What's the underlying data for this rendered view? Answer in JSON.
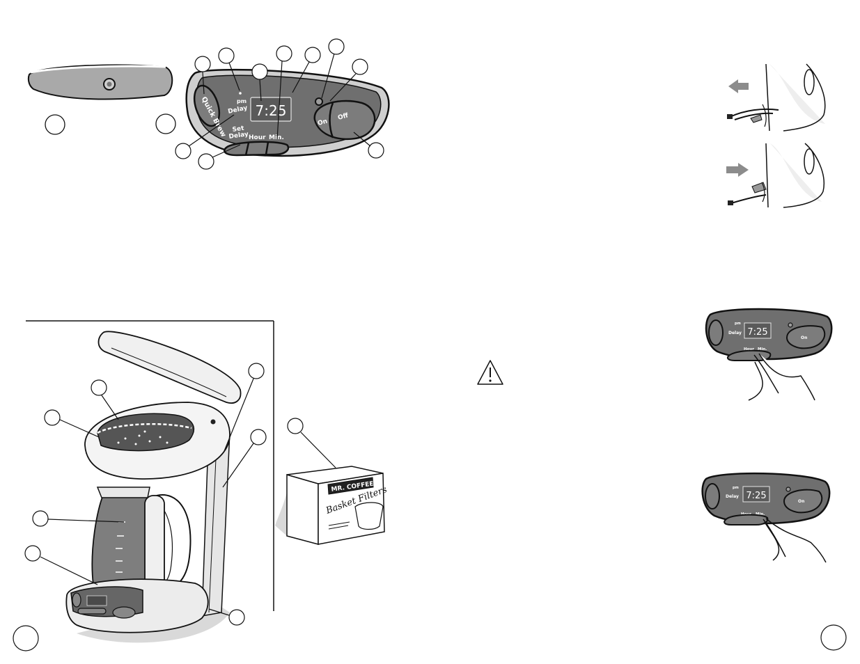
{
  "panel": {
    "quick_brew": "Quick Brew",
    "delay": "Delay",
    "pm": "pm",
    "clock": "7:25",
    "set_delay_1": "Set",
    "set_delay_2": "Delay",
    "hour": "Hour",
    "min": "Min.",
    "on": "On",
    "off": "Off"
  },
  "filter_box": {
    "brand": "MR. COFFEE",
    "product": "Basket Filters"
  },
  "icons": {
    "warning": "warning-triangle-icon",
    "arrow_left": "arrow-left-icon",
    "arrow_right": "arrow-right-icon"
  },
  "colors": {
    "panel_dark": "#6f6f6f",
    "panel_light": "#bdbdbd",
    "line": "#111111",
    "arrow_gray": "#8c8c8c"
  }
}
